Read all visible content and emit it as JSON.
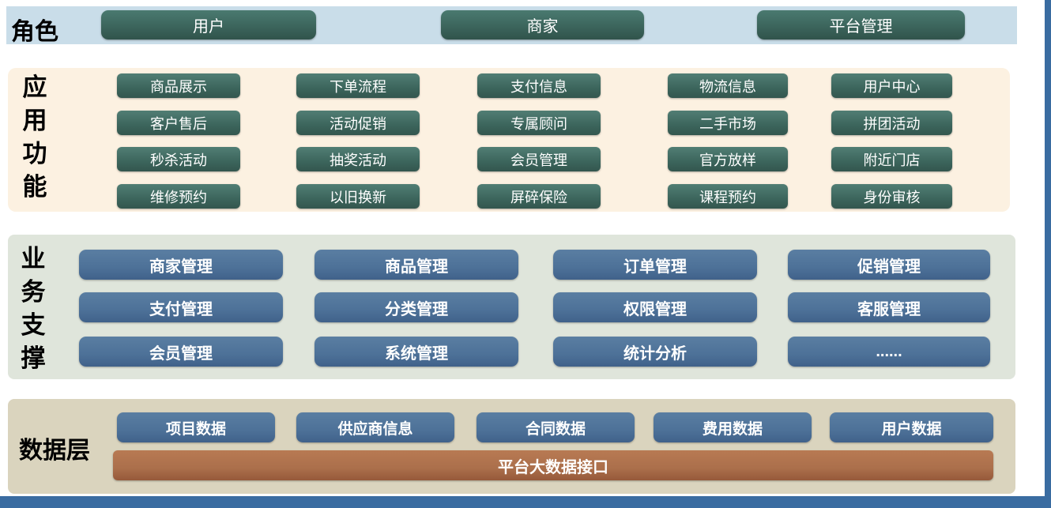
{
  "colors": {
    "frame_blue": "#3a6ca1",
    "band_blue": "#c9dde9",
    "teal_button": "#3c655c",
    "app_panel_bg": "#fcf1e1",
    "biz_panel_bg": "#dfe5db",
    "blue_button": "#4d7198",
    "data_panel_bg": "#dad4be",
    "brown_bar": "#ab6f4b"
  },
  "roles": {
    "label": "角色",
    "items": [
      "用户",
      "商家",
      "平台管理"
    ]
  },
  "app_functions": {
    "label": "应用功能",
    "rows": [
      [
        "商品展示",
        "下单流程",
        "支付信息",
        "物流信息",
        "用户中心"
      ],
      [
        "客户售后",
        "活动促销",
        "专属顾问",
        "二手市场",
        "拼团活动"
      ],
      [
        "秒杀活动",
        "抽奖活动",
        "会员管理",
        "官方放样",
        "附近门店"
      ],
      [
        "维修预约",
        "以旧换新",
        "屏碎保险",
        "课程预约",
        "身份审核"
      ]
    ]
  },
  "business_support": {
    "label": "业务支撑",
    "rows": [
      [
        "商家管理",
        "商品管理",
        "订单管理",
        "促销管理"
      ],
      [
        "支付管理",
        "分类管理",
        "权限管理",
        "客服管理"
      ],
      [
        "会员管理",
        "系统管理",
        "统计分析",
        "......"
      ]
    ]
  },
  "data_layer": {
    "label": "数据层",
    "items": [
      "项目数据",
      "供应商信息",
      "合同数据",
      "费用数据",
      "用户数据"
    ],
    "interface_label": "平台大数据接口"
  }
}
